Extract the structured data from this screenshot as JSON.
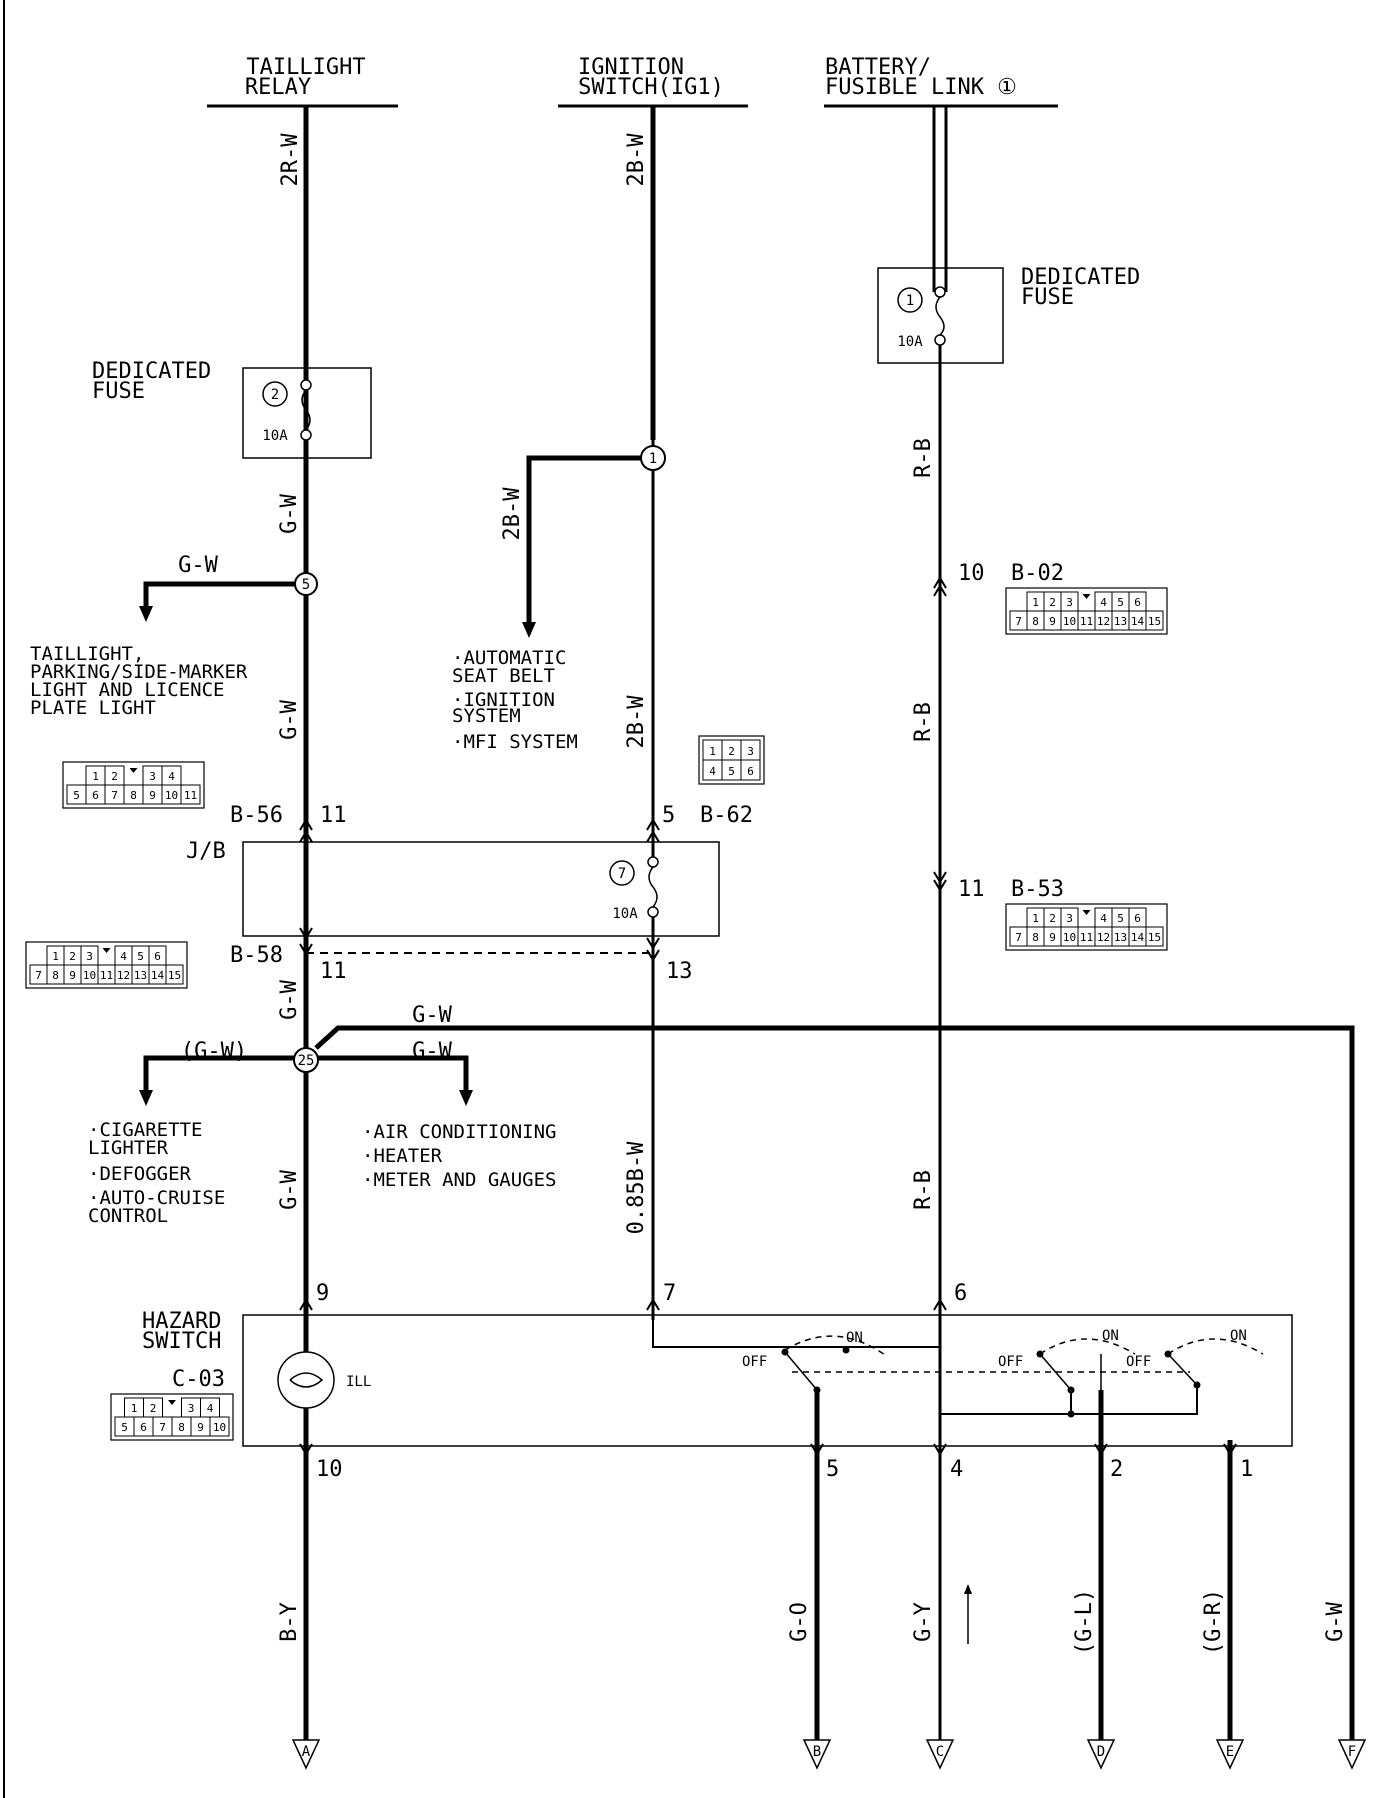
{
  "sources": {
    "taillight_relay": [
      "TAILLIGHT",
      "RELAY"
    ],
    "ignition_switch": [
      "IGNITION",
      "SWITCH(IG1)"
    ],
    "battery": [
      "BATTERY/",
      "FUSIBLE LINK ①"
    ]
  },
  "fuses": {
    "dedicated_1": {
      "title": [
        "DEDICATED",
        "FUSE"
      ],
      "number": "1",
      "rating": "10A"
    },
    "dedicated_2": {
      "title": [
        "DEDICATED",
        "FUSE"
      ],
      "number": "2",
      "rating": "10A"
    },
    "jb_7": {
      "number": "7",
      "rating": "10A"
    }
  },
  "junction_box": "J/B",
  "splices": {
    "s1": "1",
    "s5": "5",
    "s25": "25"
  },
  "wires": {
    "w_2rw": "2R-W",
    "w_2bw_top": "2B-W",
    "w_2bw_branch": "2B-W",
    "w_2bw_lower": "2B-W",
    "w_rb_1": "R-B",
    "w_rb_2": "R-B",
    "w_rb_3": "R-B",
    "w_gw_1": "G-W",
    "w_gw_branch": "G-W",
    "w_gw_2": "G-W",
    "w_gw_3": "G-W",
    "w_gw_4": "G-W",
    "w_gw_paren": "(G-W)",
    "w_gw_top": "G-W",
    "w_gw_right": "G-W",
    "w_085bw": "0.85B-W",
    "w_by": "B-Y",
    "w_go": "G-O",
    "w_gy": "G-Y",
    "w_gl": "(G-L)",
    "w_gr": "(G-R)",
    "w_gw_f": "G-W"
  },
  "destinations": {
    "taillight": [
      "TAILLIGHT,",
      "PARKING/SIDE-MARKER",
      "LIGHT AND LICENCE",
      "PLATE LIGHT"
    ],
    "ignition_loads": [
      "·AUTOMATIC",
      " SEAT BELT",
      "·IGNITION",
      " SYSTEM",
      "·MFI SYSTEM"
    ],
    "left_loads": [
      "·CIGARETTE",
      " LIGHTER",
      "·DEFOGGER",
      "·AUTO-CRUISE",
      " CONTROL"
    ],
    "right_loads": [
      "·AIR CONDITIONING",
      "·HEATER",
      "·METER AND GAUGES"
    ]
  },
  "connectors": {
    "b02": {
      "name": "B-02",
      "pin_top": "10",
      "cells": [
        [
          "1",
          "2",
          "3",
          "",
          "4",
          "5",
          "6"
        ],
        [
          "7",
          "8",
          "9",
          "10",
          "11",
          "12",
          "13",
          "14",
          "15"
        ]
      ]
    },
    "b53": {
      "name": "B-53",
      "pin_top": "11",
      "cells": [
        [
          "1",
          "2",
          "3",
          "",
          "4",
          "5",
          "6"
        ],
        [
          "7",
          "8",
          "9",
          "10",
          "11",
          "12",
          "13",
          "14",
          "15"
        ]
      ]
    },
    "b56": {
      "name": "B-56",
      "pin": "11",
      "cells": [
        [
          "1",
          "2",
          "",
          "3",
          "4"
        ],
        [
          "5",
          "6",
          "7",
          "8",
          "9",
          "10",
          "11"
        ]
      ]
    },
    "b58": {
      "name": "B-58",
      "pin": "11",
      "cells": [
        [
          "1",
          "2",
          "3",
          "",
          "4",
          "5",
          "6"
        ],
        [
          "7",
          "8",
          "9",
          "10",
          "11",
          "12",
          "13",
          "14",
          "15"
        ]
      ]
    },
    "b62": {
      "name": "B-62",
      "pin_top": "5",
      "pin_bottom": "13",
      "cells": [
        [
          "1",
          "2",
          "3"
        ],
        [
          "4",
          "5",
          "6"
        ]
      ]
    },
    "c03": {
      "name": "C-03",
      "cells": [
        [
          "1",
          "2",
          "",
          "3",
          "4"
        ],
        [
          "5",
          "6",
          "7",
          "8",
          "9",
          "10"
        ]
      ]
    }
  },
  "hazard_switch": {
    "title": [
      "HAZARD",
      "SWITCH"
    ],
    "ill": "ILL",
    "on_label": "ON",
    "off_label": "OFF",
    "pins": {
      "p9": "9",
      "p7": "7",
      "p6": "6",
      "p10": "10",
      "p5": "5",
      "p4": "4",
      "p2": "2",
      "p1": "1"
    }
  },
  "terminals": [
    "A",
    "B",
    "C",
    "D",
    "E",
    "F"
  ]
}
